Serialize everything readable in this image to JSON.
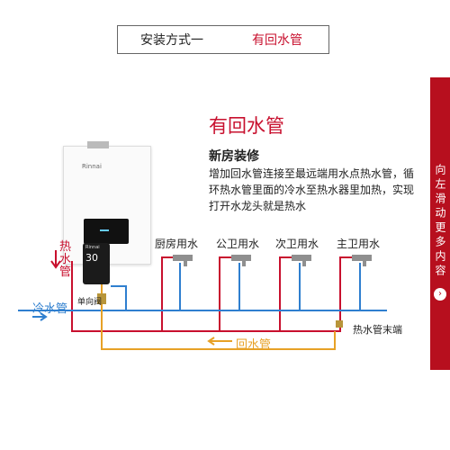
{
  "tab_title": {
    "left": "安装方式一",
    "right": "有回水管"
  },
  "side_tab": {
    "text": "向左滑动更多内容",
    "arrow": "›"
  },
  "heading": "有回水管",
  "subheading": "新房装修",
  "description": "增加回水管连接至最远端用水点热水管，循环热水管里面的冷水至热水器里加热，实现打开水龙头就是热水",
  "heater": {
    "brand": "Rinnai",
    "pump_value": "30",
    "pump_brand": "Rinnai"
  },
  "labels": {
    "hot_pipe": "热水管",
    "cold_pipe": "冷水管",
    "check_valve": "单向阀",
    "return_pipe": "回水管",
    "hot_end": "热水管末端",
    "taps": [
      "厨房用水",
      "公卫用水",
      "次卫用水",
      "主卫用水"
    ]
  },
  "colors": {
    "red": "#c8102e",
    "blue": "#2f7fcf",
    "orange": "#e7a126",
    "side_tab": "#b70f1e"
  }
}
